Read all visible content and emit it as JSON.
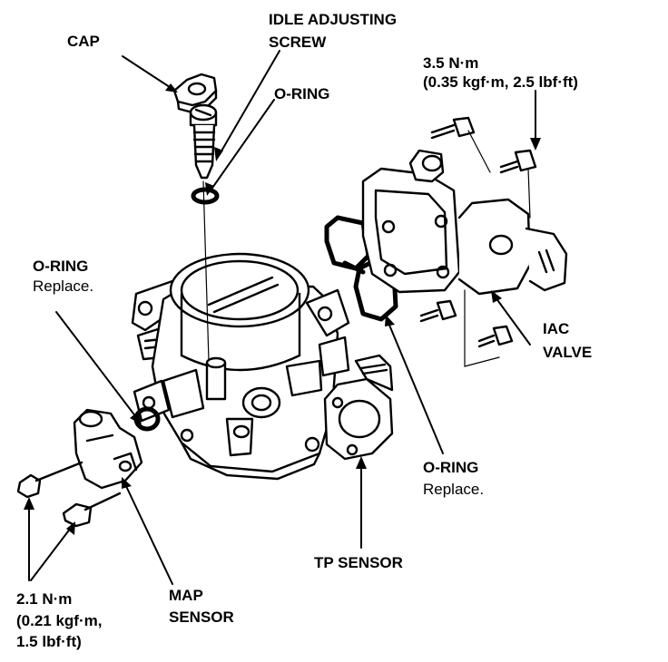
{
  "labels": {
    "cap": "CAP",
    "idle_screw_1": "IDLE ADJUSTING",
    "idle_screw_2": "SCREW",
    "oring_top": "O-RING",
    "torque_iac_1": "3.5 N·m",
    "torque_iac_2": "(0.35 kgf·m, 2.5 lbf·ft)",
    "oring_left": "O-RING",
    "oring_left_note": "Replace.",
    "iac_1": "IAC",
    "iac_2": "VALVE",
    "oring_right": "O-RING",
    "oring_right_note": "Replace.",
    "tp_sensor": "TP SENSOR",
    "torque_map_1": "2.1 N·m",
    "torque_map_2": "(0.21 kgf·m,",
    "torque_map_3": "1.5 lbf·ft)",
    "map_1": "MAP",
    "map_2": "SENSOR"
  }
}
